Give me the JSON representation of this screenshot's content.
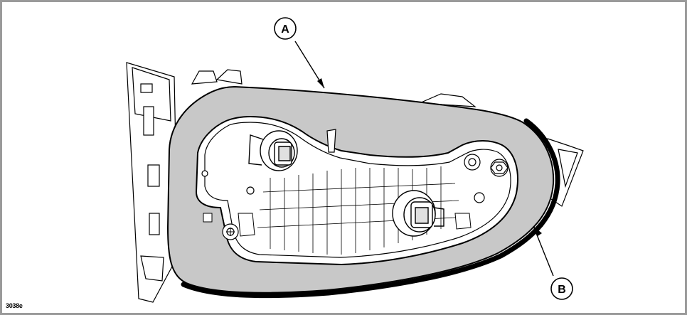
{
  "figure": {
    "id_label": "3038e"
  },
  "callouts": [
    {
      "label": "A",
      "name": "callout-a"
    },
    {
      "label": "B",
      "name": "callout-b"
    }
  ],
  "colors": {
    "gasket_fill": "#c8c8c8",
    "outline": "#000000",
    "seal_strip": "#000000",
    "background": "#ffffff",
    "frame_border": "#9a9a9a"
  }
}
